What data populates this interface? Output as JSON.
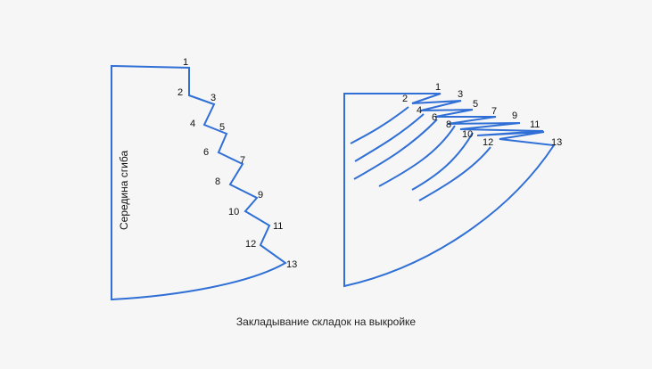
{
  "caption": "Закладывание складок на выкройке",
  "colors": {
    "background": "#f6f6f6",
    "pattern_line": "#2f6fd6",
    "text": "#111111"
  },
  "left_pattern": {
    "side_label": "Середина сгиба",
    "point_labels": [
      "1",
      "2",
      "3",
      "4",
      "5",
      "6",
      "7",
      "8",
      "9",
      "10",
      "11",
      "12",
      "13"
    ]
  },
  "right_pattern": {
    "point_labels": [
      "1",
      "2",
      "3",
      "4",
      "5",
      "6",
      "7",
      "8",
      "9",
      "10",
      "11",
      "12",
      "13"
    ]
  }
}
